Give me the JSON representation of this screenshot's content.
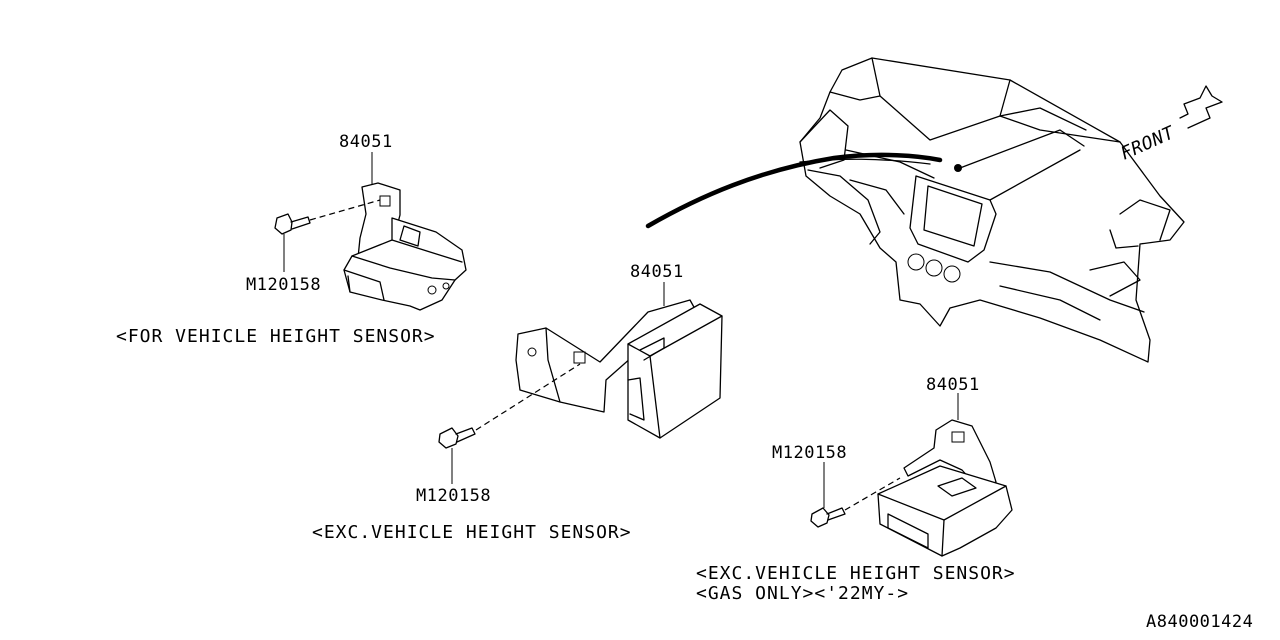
{
  "colors": {
    "line": "#000000",
    "background": "#ffffff"
  },
  "groups": [
    {
      "part_label": "84051",
      "bolt_label": "M120158",
      "captions": [
        "<FOR VEHICLE HEIGHT SENSOR>"
      ]
    },
    {
      "part_label": "84051",
      "bolt_label": "M120158",
      "captions": [
        "<EXC.VEHICLE HEIGHT SENSOR>"
      ]
    },
    {
      "part_label": "84051",
      "bolt_label": "M120158",
      "captions": [
        "<EXC.VEHICLE HEIGHT SENSOR>",
        "<GAS ONLY><'22MY->"
      ]
    }
  ],
  "front_label": "FRONT",
  "diagram_id": "A840001424"
}
